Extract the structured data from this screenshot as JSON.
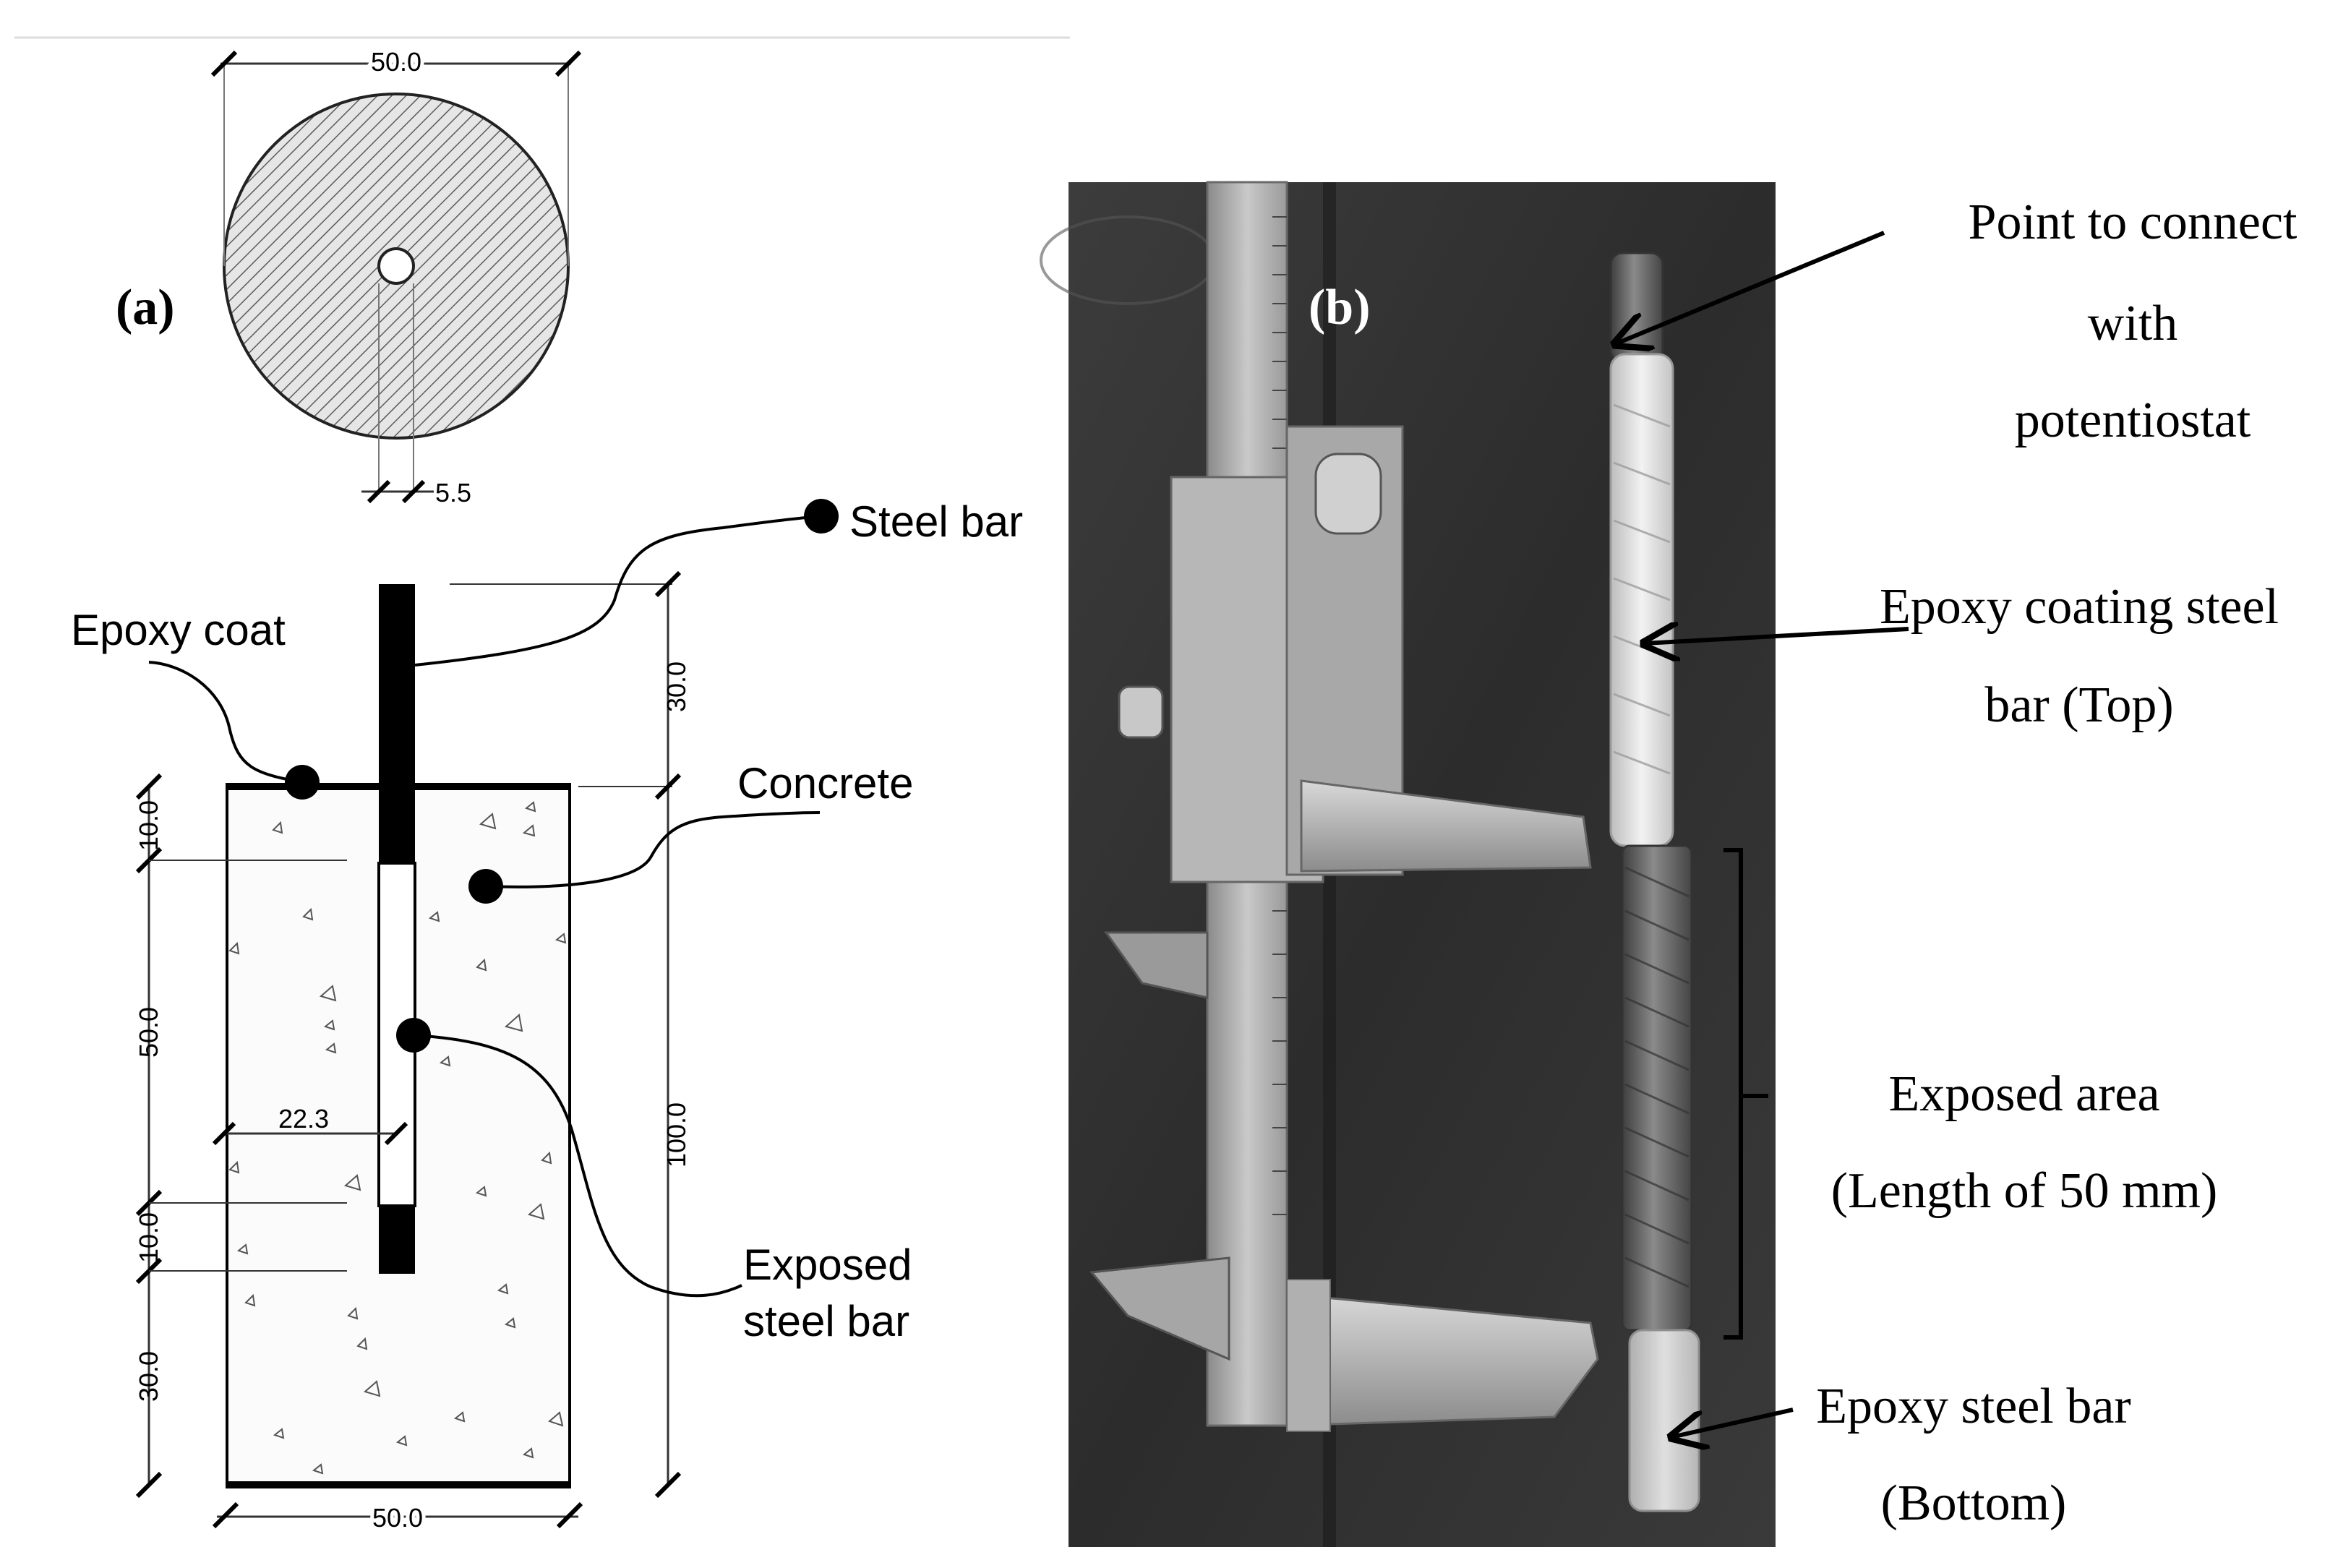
{
  "panel_a": {
    "label": "(a)",
    "dims": {
      "top_diameter": "50.0",
      "bar_diameter": "5.5",
      "embed_top": "30.0",
      "coat_top": "10.0",
      "exposed": "50.0",
      "coat_bottom": "10.0",
      "cover_bottom": "30.0",
      "height": "100.0",
      "offset": "22.3",
      "bottom_width": "50.0"
    },
    "labels": {
      "steel_bar": "Steel bar",
      "epoxy_coat": "Epoxy coat",
      "concrete": "Concrete",
      "exposed_line1": "Exposed",
      "exposed_line2": "steel bar"
    }
  },
  "panel_b": {
    "label": "(b)",
    "labels": {
      "connect_line1": "Point to connect",
      "connect_line2": "with",
      "connect_line3": "potentiostat",
      "coating_line1": "Epoxy coating steel",
      "coating_line2": "bar (Top)",
      "exposed_line1": "Exposed area",
      "exposed_line2": "(Length of 50 mm)",
      "bottom_line1": "Epoxy steel bar",
      "bottom_line2": "(Bottom)"
    }
  }
}
